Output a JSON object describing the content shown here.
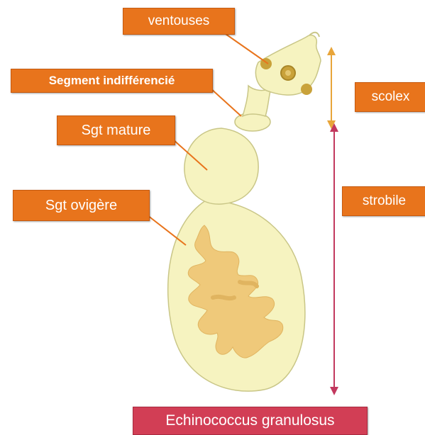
{
  "labels": {
    "ventouses": "ventouses",
    "segment_indifferencie": "Segment indifférencié",
    "sgt_mature": "Sgt mature",
    "sgt_ovigere": "Sgt ovigère",
    "scolex": "scolex",
    "strobile": "strobile"
  },
  "title": "Echinococcus granulosus",
  "colors": {
    "label_bg": "#e8741c",
    "title_bg": "#d23e55",
    "body_fill": "#f6f3c0",
    "uterus_fill": "#efc97a",
    "sucker_fill": "#c9a23a",
    "scolex_arrow": "#e8a53a",
    "strobile_arrow": "#c2385e"
  }
}
